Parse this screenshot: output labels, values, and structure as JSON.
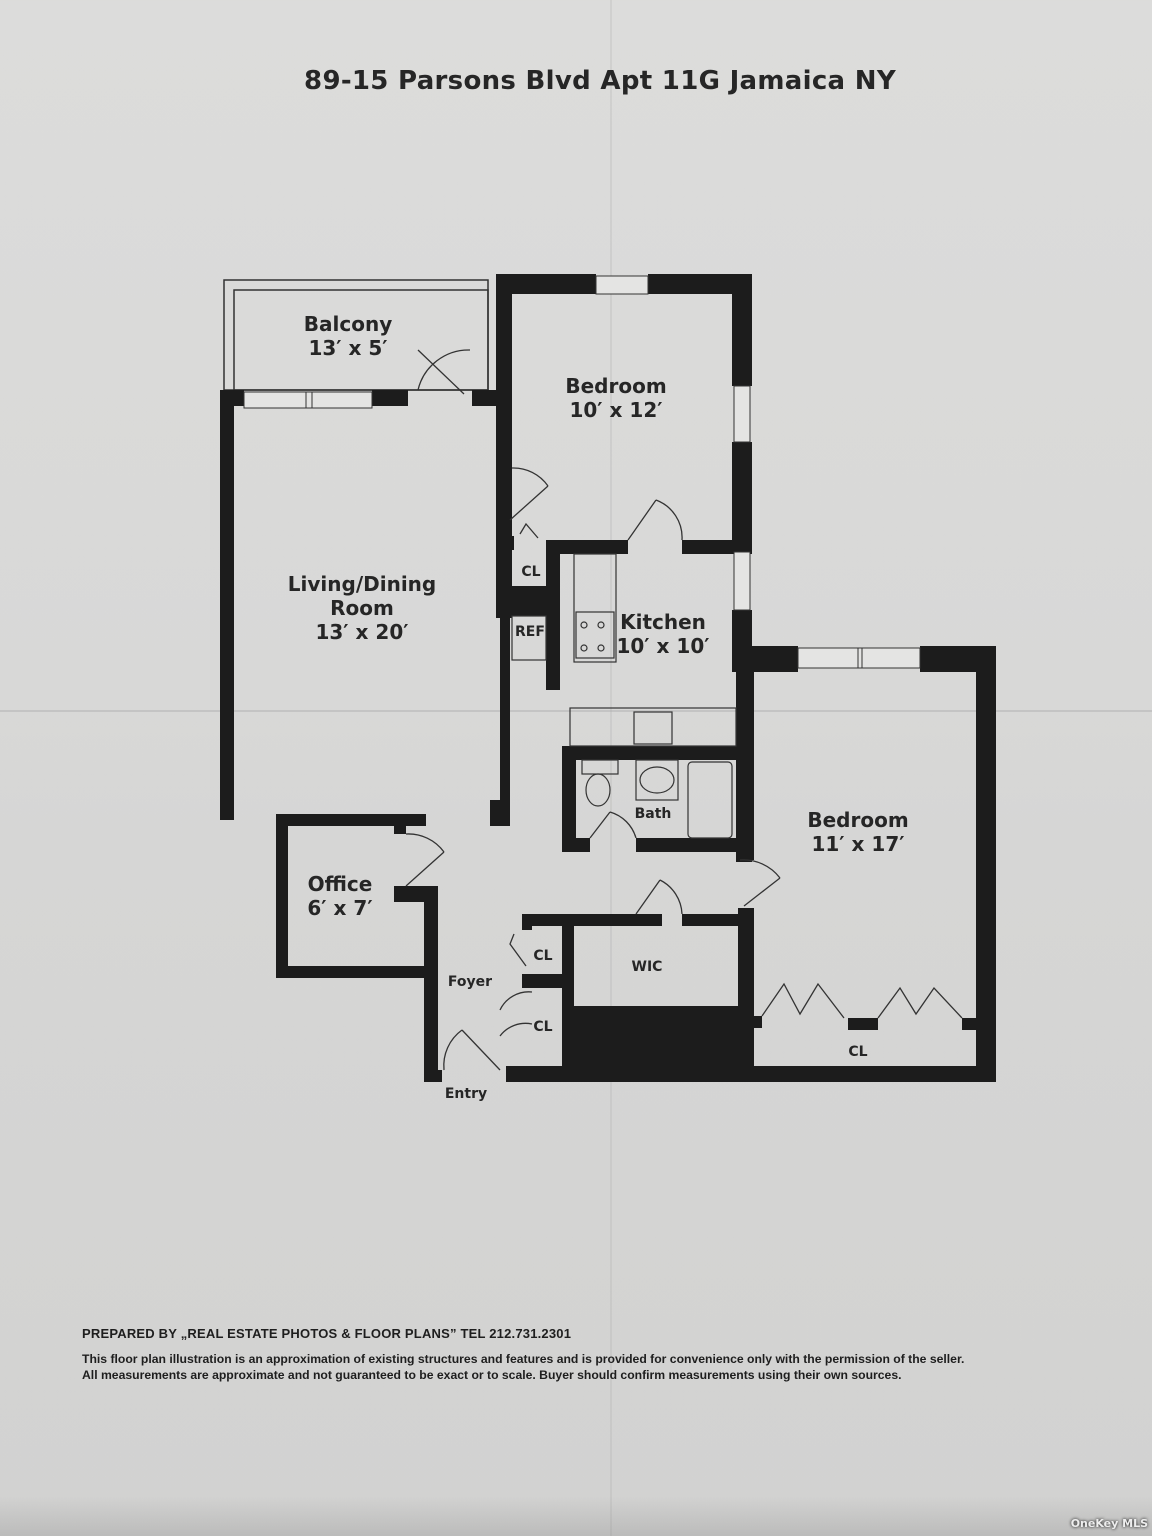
{
  "title": "89-15 Parsons Blvd Apt 11G Jamaica NY",
  "rooms": {
    "balcony": {
      "name": "Balcony",
      "size": "13′ x 5′"
    },
    "bedroom1": {
      "name": "Bedroom",
      "size": "10′ x 12′"
    },
    "living": {
      "name_line1": "Living/Dining",
      "name_line2": "Room",
      "size": "13′ x 20′"
    },
    "kitchen": {
      "name": "Kitchen",
      "size": "10′ x 10′"
    },
    "bath": {
      "name": "Bath"
    },
    "bedroom2": {
      "name": "Bedroom",
      "size": "11′ x 17′"
    },
    "office": {
      "name": "Office",
      "size": "6′ x 7′"
    },
    "foyer": {
      "name": "Foyer"
    },
    "entry": {
      "name": "Entry"
    },
    "wic": {
      "name": "WIC"
    },
    "closet_bedroom1": {
      "name": "CL"
    },
    "ref": {
      "name": "REF"
    },
    "closet_foyer1": {
      "name": "CL"
    },
    "closet_foyer2": {
      "name": "CL"
    },
    "closet_bedroom2": {
      "name": "CL"
    }
  },
  "footer": {
    "prepared_by": "PREPARED BY „REAL ESTATE PHOTOS & FLOOR PLANS” TEL 212.731.2301",
    "disclaimer_line1": "This floor plan illustration is an approximation of existing structures and features and is provided for convenience only with the permission of the seller.",
    "disclaimer_line2": "All measurements are approximate and not guaranteed to be exact or to scale. Buyer should confirm measurements using their own sources."
  },
  "watermark": "OneKey MLS",
  "colors": {
    "wall": "#1c1c1c",
    "paper": "#d9d9d8",
    "text": "#262626"
  }
}
